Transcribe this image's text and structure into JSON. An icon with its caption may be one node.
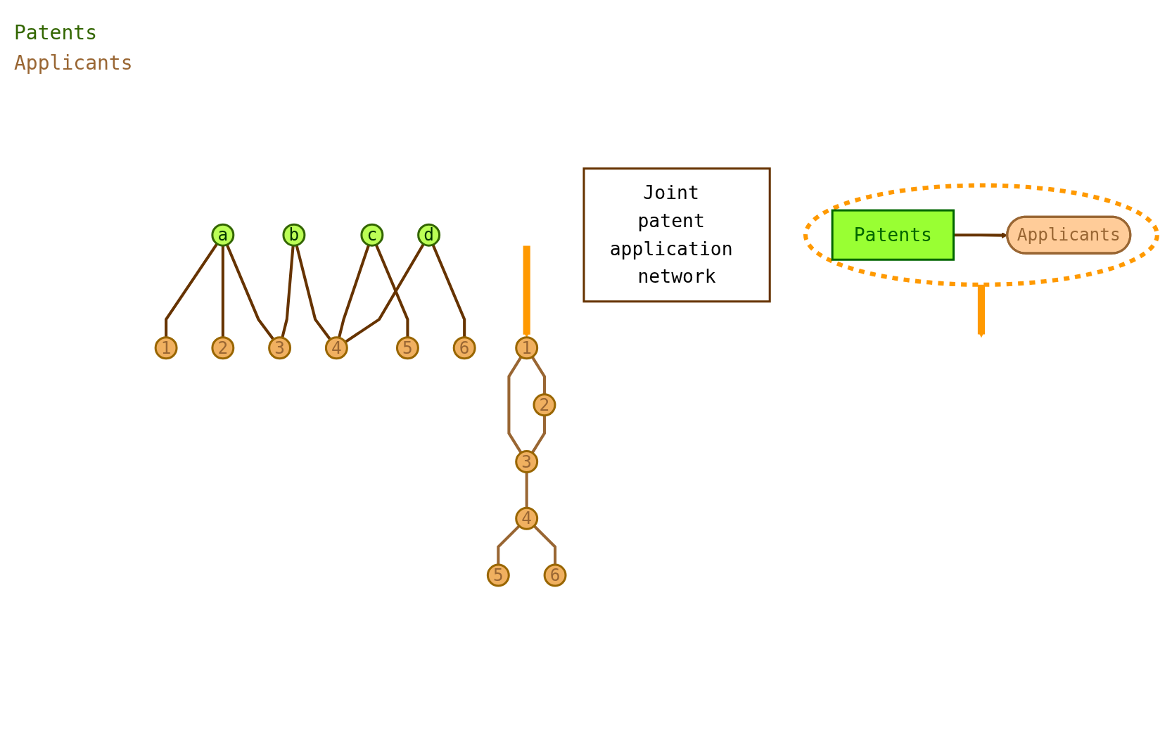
{
  "diagram": {
    "nodes": [
      {
        "text": [],
        "shape": "circle"
      },
      {
        "text": [
          "Patents"
        ],
        "in": 0
      },
      {
        "text": [
          "Applicants"
        ],
        "in": 0
      },
      {
        "text": [
          "a"
        ]
      },
      {
        "text": [
          "b"
        ]
      },
      {
        "text": [
          "c"
        ]
      },
      {
        "text": [
          "d"
        ]
      },
      {
        "text": [
          "1"
        ]
      },
      {
        "text": [
          "2"
        ]
      },
      {
        "text": [
          "3"
        ]
      },
      {
        "text": [
          "4"
        ]
      },
      {
        "text": [
          "5"
        ]
      },
      {
        "text": [
          "6"
        ]
      },
      {
        "text": [
          "1"
        ]
      },
      {
        "text": [
          "5"
        ]
      },
      {
        "text": [
          "3"
        ]
      },
      {
        "text": [
          "4"
        ]
      },
      {
        "text": [
          "2"
        ]
      },
      {
        "text": [
          "6"
        ]
      },
      {
        "text": [
          "Joint patent application network"
        ]
      }
    ],
    "edges": [
      {
        "from": 1,
        "to": 2,
        "arrow": "to"
      },
      {
        "from": 0,
        "to": null,
        "arrow": "to",
        "style": "thick",
        "color": "#ff9900"
      },
      {
        "from": 3,
        "to": 7,
        "arrow": "none"
      },
      {
        "from": 3,
        "to": 8,
        "arrow": "none"
      },
      {
        "from": 3,
        "to": 9,
        "arrow": "none"
      },
      {
        "from": 4,
        "to": 9,
        "arrow": "none"
      },
      {
        "from": 4,
        "to": 10,
        "arrow": "none"
      },
      {
        "from": 5,
        "to": 10,
        "arrow": "none"
      },
      {
        "from": 5,
        "to": 11,
        "arrow": "none"
      },
      {
        "from": 6,
        "to": 10,
        "arrow": "none"
      },
      {
        "from": 6,
        "to": 12,
        "arrow": "none"
      },
      {
        "from": null,
        "to": 13,
        "arrow": "to",
        "style": "thick",
        "color": "#ff9900"
      },
      {
        "from": 13,
        "to": 15,
        "arrow": "none",
        "color": "#996633"
      },
      {
        "from": 13,
        "to": 17,
        "arrow": "none",
        "color": "#996633"
      },
      {
        "from": 17,
        "to": 15,
        "arrow": "none",
        "color": "#996633"
      },
      {
        "from": 15,
        "to": 16,
        "arrow": "none",
        "color": "#996633"
      },
      {
        "from": 16,
        "to": 14,
        "arrow": "none",
        "color": "#996633"
      },
      {
        "from": 16,
        "to": 18,
        "arrow": "none",
        "color": "#996633"
      }
    ],
    "labels": [
      "Patents",
      "Applicants"
    ]
  }
}
